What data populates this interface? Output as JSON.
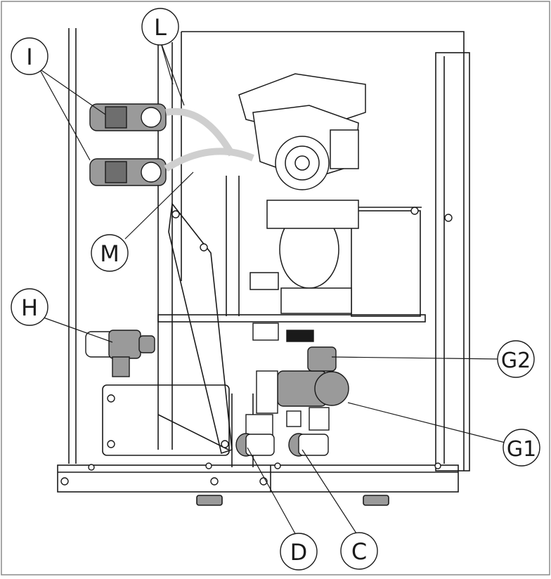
{
  "callouts": [
    {
      "id": "I",
      "label": "I"
    },
    {
      "id": "L",
      "label": "L"
    },
    {
      "id": "M",
      "label": "M"
    },
    {
      "id": "H",
      "label": "H"
    },
    {
      "id": "G2",
      "label": "G2"
    },
    {
      "id": "G1",
      "label": "G1"
    },
    {
      "id": "D",
      "label": "D"
    },
    {
      "id": "C",
      "label": "C"
    }
  ],
  "colors": {
    "line": "#1a1a1a",
    "component_fill": "#9a9a9a",
    "component_dark": "#6e6e6e",
    "background": "#ffffff"
  }
}
